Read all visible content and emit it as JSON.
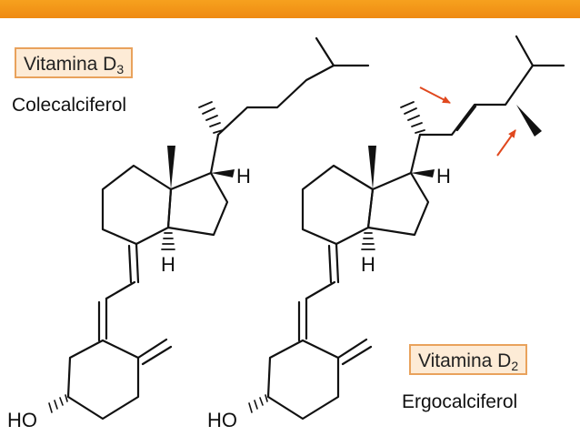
{
  "header": {
    "bar_color": "#f29418"
  },
  "colors": {
    "box_fill": "#fdebd6",
    "box_border": "#e9a25c",
    "arrow": "#e0481e",
    "bond": "#111111"
  },
  "left_molecule": {
    "name_main": "Vitamina D",
    "name_sub": "3",
    "trivial": "Colecalciferol",
    "label_h_top": "H",
    "label_h_mid": "H",
    "label_ho": "HO"
  },
  "right_molecule": {
    "name_main": "Vitamina D",
    "name_sub": "2",
    "trivial": "Ergocalciferol",
    "label_h_top": "H",
    "label_h_mid": "H",
    "label_ho": "HO"
  }
}
